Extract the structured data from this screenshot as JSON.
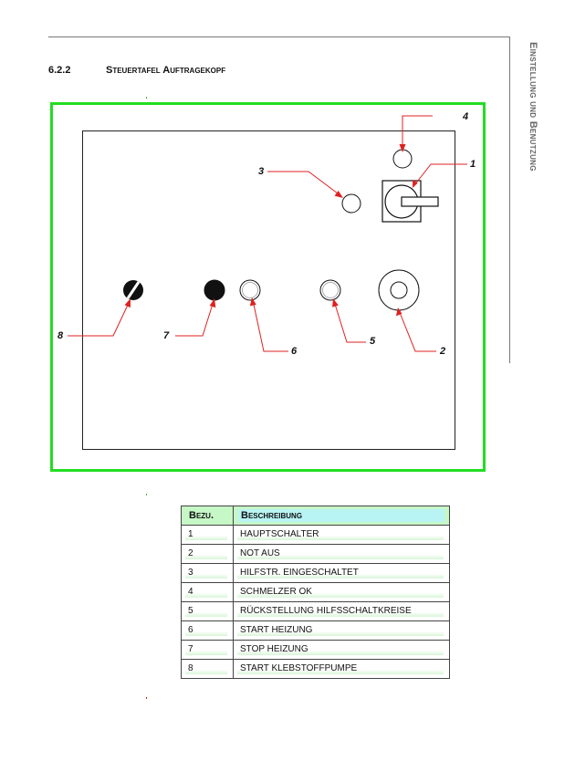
{
  "page": {
    "side_title": "Einstellung und Benutzung",
    "section_number": "6.2.2",
    "section_title": "Steuertafel Auftragekopf"
  },
  "colors": {
    "frame": "#22dd22",
    "leader": "#e02020",
    "header_fill": "#c6f7c6",
    "header_accent": "#b9f4f4"
  },
  "diagram": {
    "callouts": [
      {
        "id": "1",
        "element": "hauptschalter"
      },
      {
        "id": "2",
        "element": "not-aus"
      },
      {
        "id": "3",
        "element": "hilfstr-eingeschaltet"
      },
      {
        "id": "4",
        "element": "schmelzer-ok"
      },
      {
        "id": "5",
        "element": "rueckstellung"
      },
      {
        "id": "6",
        "element": "start-heizung"
      },
      {
        "id": "7",
        "element": "stop-heizung"
      },
      {
        "id": "8",
        "element": "start-klebstoffpumpe"
      }
    ]
  },
  "table": {
    "headers": [
      "Bezu.",
      "Beschreibung"
    ],
    "rows": [
      {
        "bez": "1",
        "desc": "HAUPTSCHALTER"
      },
      {
        "bez": "2",
        "desc": "NOT AUS"
      },
      {
        "bez": "3",
        "desc": "HILFSTR. EINGESCHALTET"
      },
      {
        "bez": "4",
        "desc": "SCHMELZER OK"
      },
      {
        "bez": "5",
        "desc": "RÜCKSTELLUNG HILFSSCHALTKREISE"
      },
      {
        "bez": "6",
        "desc": "START HEIZUNG"
      },
      {
        "bez": "7",
        "desc": "STOP HEIZUNG"
      },
      {
        "bez": "8",
        "desc": "START KLEBSTOFFPUMPE"
      }
    ]
  }
}
